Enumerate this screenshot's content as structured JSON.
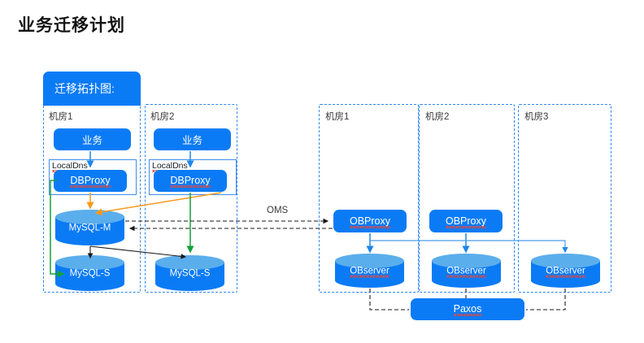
{
  "page": {
    "title": "业务迁移计划",
    "topo_tag": "迁移拓扑图:",
    "oms_label": "OMS"
  },
  "colors": {
    "brand_blue": "#0B7BF5",
    "cylinder_top": "#5BAEEC",
    "dashed_border": "#2E86F0",
    "arrow_orange": "#F79A1E",
    "arrow_green": "#14A03C",
    "arrow_black": "#1a1a1a",
    "arrow_blue": "#1E86E8",
    "title_text": "#141414"
  },
  "source_side": {
    "rooms": [
      {
        "label": "机房1",
        "app_box": "业务",
        "dns_label": "LocalDns",
        "proxy_box": "DBProxy",
        "databases": [
          {
            "label": "MySQL-M",
            "role": "master"
          },
          {
            "label": "MySQL-S",
            "role": "slave"
          }
        ]
      },
      {
        "label": "机房2",
        "app_box": "业务",
        "dns_label": "LocalDns",
        "proxy_box": "DBProxy",
        "databases": [
          {
            "label": "MySQL-S",
            "role": "slave"
          }
        ]
      }
    ]
  },
  "target_side": {
    "rooms": [
      {
        "label": "机房1",
        "proxy_box": "OBProxy",
        "server_box": "OBserver"
      },
      {
        "label": "机房2",
        "proxy_box": "OBProxy",
        "server_box": "OBserver"
      },
      {
        "label": "机房3",
        "proxy_box": null,
        "server_box": "OBserver"
      }
    ],
    "consensus_box": "Paxos"
  }
}
